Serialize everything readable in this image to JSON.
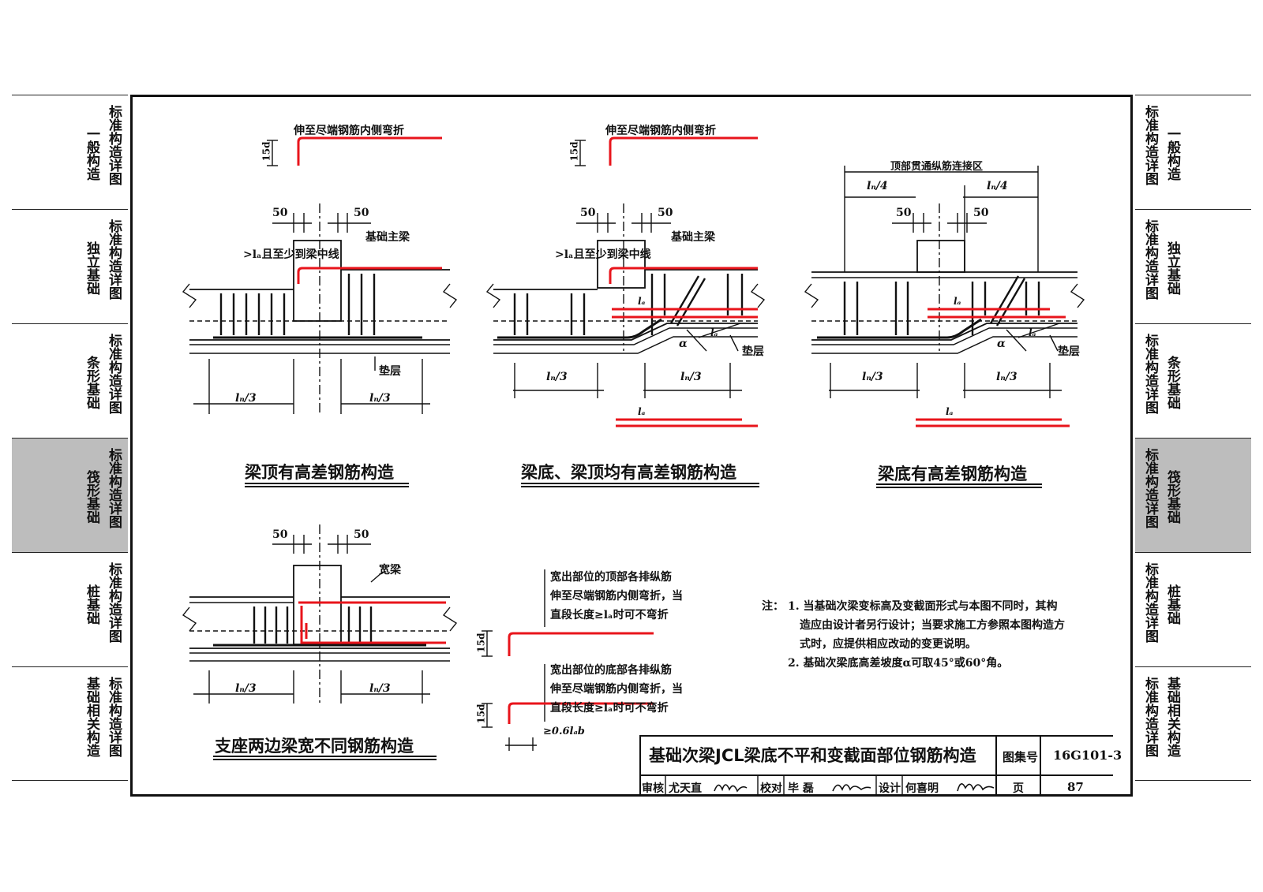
{
  "left_tabs": [
    {
      "col1": "标准构造详图",
      "col2": "一般构造"
    },
    {
      "col1": "标准构造详图",
      "col2": "独立基础"
    },
    {
      "col1": "标准构造详图",
      "col2": "条形基础"
    },
    {
      "col1": "标准构造详图",
      "col2": "筏形基础"
    },
    {
      "col1": "标准构造详图",
      "col2": "桩基础"
    },
    {
      "col1": "标准构造详图",
      "col2": "基础相关构造"
    }
  ],
  "right_tabs": [
    {
      "col1": "标准构造详图",
      "col2": "一般构造"
    },
    {
      "col1": "标准构造详图",
      "col2": "独立基础"
    },
    {
      "col1": "标准构造详图",
      "col2": "条形基础"
    },
    {
      "col1": "标准构造详图",
      "col2": "筏形基础"
    },
    {
      "col1": "标准构造详图",
      "col2": "桩基础"
    },
    {
      "col1": "标准构造详图",
      "col2": "基础相关构造"
    }
  ],
  "active_tab_index": 3,
  "colors": {
    "rebar_red": "#e8141b",
    "line": "#111111",
    "active_tab": "#bdbdbd"
  },
  "diagrams": {
    "d1": {
      "caption": "梁顶有高差钢筋构造",
      "top_note": "伸至尽端钢筋内侧弯折",
      "bend": "15d",
      "dim_50": "50",
      "main_beam": "基础主梁",
      "anchor_note": ">lₐ且至少到梁中线",
      "cushion": "垫层",
      "span_left": "lₙ/3",
      "span_right": "lₙ/3"
    },
    "d2": {
      "caption": "梁底、梁顶均有高差钢筋构造",
      "top_note": "伸至尽端钢筋内侧弯折",
      "bend": "15d",
      "dim_50": "50",
      "main_beam": "基础主梁",
      "anchor_note": ">lₐ且至少到梁中线",
      "la": "lₐ",
      "alpha": "α",
      "cushion": "垫层",
      "span_left": "lₙ/3",
      "span_right": "lₙ/3"
    },
    "d3": {
      "caption": "梁底有高差钢筋构造",
      "top_zone": "顶部贯通纵筋连接区",
      "quarter": "lₙ/4",
      "dim_50": "50",
      "la": "lₐ",
      "alpha": "α",
      "cushion": "垫层",
      "span_left": "lₙ/3",
      "span_right": "lₙ/3"
    },
    "d4": {
      "caption": "支座两边梁宽不同钢筋构造",
      "wide_beam": "宽梁",
      "dim_50": "50",
      "span_left": "lₙ/3",
      "span_right": "lₙ/3"
    },
    "d5": {
      "top_text": [
        "宽出部位的顶部各排纵筋",
        "伸至尽端钢筋内侧弯折，当",
        "直段长度≥lₐ时可不弯折"
      ],
      "bottom_text": [
        "宽出部位的底部各排纵筋",
        "伸至尽端钢筋内侧弯折，当",
        "直段长度≥lₐ时可不弯折"
      ],
      "bend": "15d",
      "min_len": "≥0.6lₐb"
    }
  },
  "notes": {
    "prefix": "注：",
    "items": [
      "1. 当基础次梁变标高及变截面形式与本图不同时，其构",
      "造应由设计者另行设计；当要求施工方参照本图构造方",
      "式时，应提供相应改动的变更说明。",
      "2. 基础次梁底高差坡度α可取45°或60°角。"
    ]
  },
  "title_block": {
    "title": "基础次梁JCL梁底不平和变截面部位钢筋构造",
    "atlas_label": "图集号",
    "atlas_no": "16G101-3",
    "review_label": "审核",
    "reviewer": "尤天直",
    "check_label": "校对",
    "checker": "毕 磊",
    "design_label": "设计",
    "designer": "何喜明",
    "page_label": "页",
    "page_no": "87"
  }
}
